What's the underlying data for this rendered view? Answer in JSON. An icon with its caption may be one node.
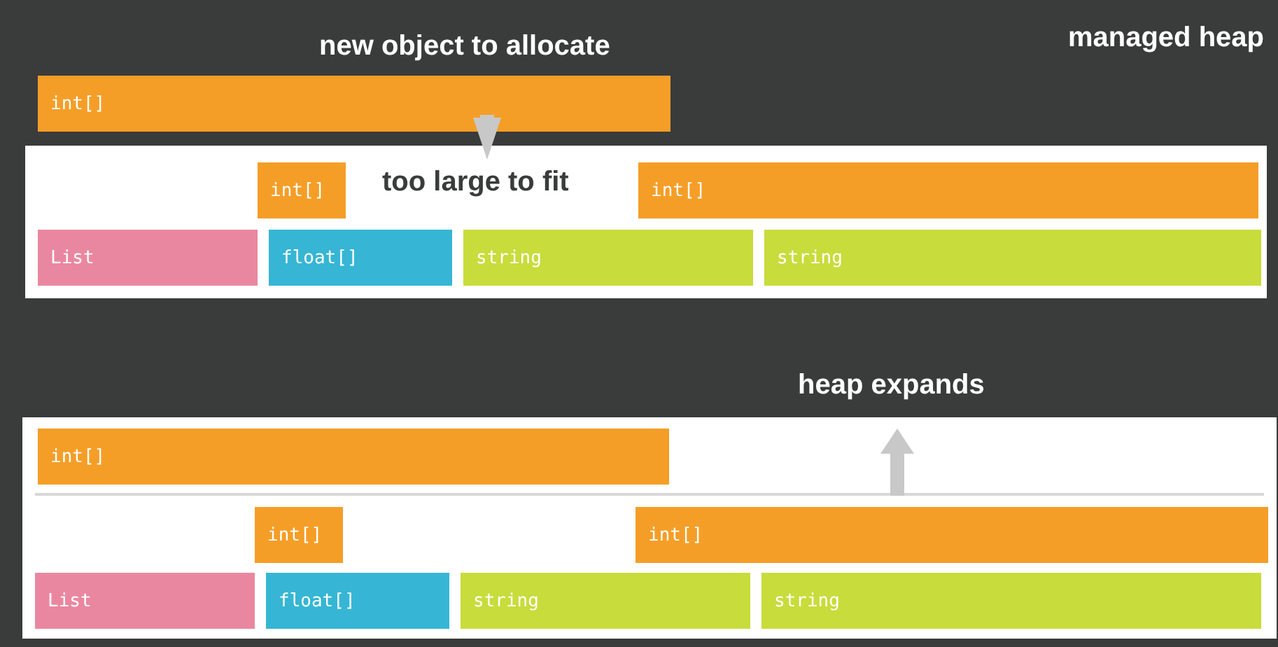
{
  "diagram": {
    "nodes": [
      {
        "text": [
          "managed heap"
        ]
      },
      {
        "text": [
          "int[]"
        ],
        "beside": [
          "new object to allocate"
        ],
        "in": 0
      },
      {
        "text": [
          "too large to fit"
        ],
        "in": 0
      },
      {
        "text": [
          "int[]"
        ],
        "in": 2
      },
      {
        "text": [
          "int[]"
        ],
        "in": 2
      },
      {
        "text": [
          "List"
        ],
        "in": 2
      },
      {
        "text": [
          "float[]"
        ],
        "in": 2
      },
      {
        "text": [
          "string"
        ],
        "in": 2
      },
      {
        "text": [
          "string"
        ],
        "in": 2
      },
      {
        "text": [
          "heap expands"
        ],
        "in": 0
      },
      {
        "text": [
          "int[]"
        ],
        "in": 9
      },
      {
        "text": [
          "int[]"
        ],
        "in": 9
      },
      {
        "text": [
          "int[]"
        ],
        "in": 9
      },
      {
        "text": [
          "List"
        ],
        "in": 9
      },
      {
        "text": [
          "float[]"
        ],
        "in": 9
      },
      {
        "text": [
          "string"
        ],
        "in": 9
      },
      {
        "text": [
          "string"
        ],
        "in": 9
      }
    ],
    "edges": [
      {
        "from": 1,
        "to": 2,
        "arrow": "to",
        "color": "#c8c8c8"
      }
    ]
  }
}
